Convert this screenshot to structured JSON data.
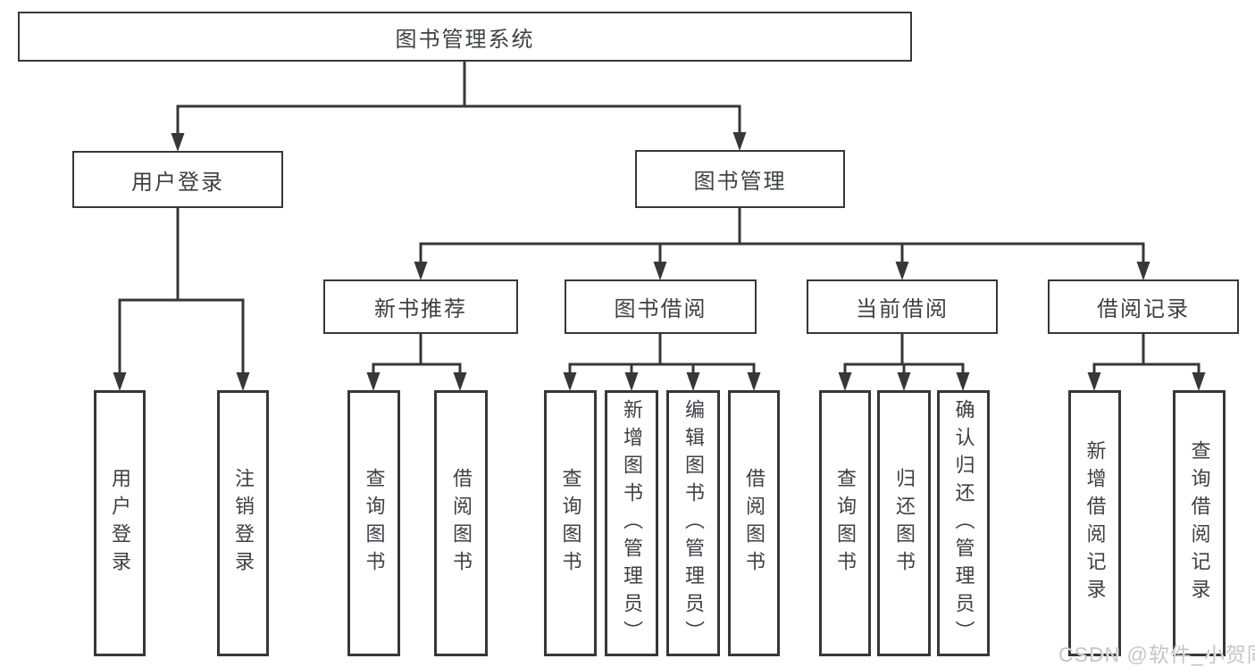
{
  "diagram_type": "tree",
  "colors": {
    "line": "#373737",
    "box_border": "#373737",
    "text": "#3f4045",
    "background": "#ffffff",
    "watermark": "#c6c6c6"
  },
  "watermark": {
    "text": "CSDN @软件_小贺同学"
  },
  "nodes": {
    "root": {
      "label": "图书管理系统"
    },
    "level2": [
      {
        "id": "user-login",
        "label": "用户登录",
        "parent": "root"
      },
      {
        "id": "book-management",
        "label": "图书管理",
        "parent": "root"
      }
    ],
    "level3": [
      {
        "id": "new-book-recommend",
        "label": "新书推荐",
        "parent": "book-management"
      },
      {
        "id": "book-borrow",
        "label": "图书借阅",
        "parent": "book-management"
      },
      {
        "id": "current-borrow",
        "label": "当前借阅",
        "parent": "book-management"
      },
      {
        "id": "borrow-record",
        "label": "借阅记录",
        "parent": "book-management"
      }
    ],
    "level4": [
      {
        "label": "用户登录",
        "parent": "user-login"
      },
      {
        "label": "注销登录",
        "parent": "user-login"
      },
      {
        "label": "查询图书",
        "parent": "new-book-recommend"
      },
      {
        "label": "借阅图书",
        "parent": "new-book-recommend"
      },
      {
        "label": "查询图书",
        "parent": "book-borrow"
      },
      {
        "label": "新增图书（管理员）",
        "parent": "book-borrow"
      },
      {
        "label": "编辑图书（管理员）",
        "parent": "book-borrow"
      },
      {
        "label": "借阅图书",
        "parent": "book-borrow"
      },
      {
        "label": "查询图书",
        "parent": "current-borrow"
      },
      {
        "label": "归还图书",
        "parent": "current-borrow"
      },
      {
        "label": "确认归还（管理员）",
        "parent": "current-borrow"
      },
      {
        "label": "新增借阅记录",
        "parent": "borrow-record"
      },
      {
        "label": "查询借阅记录",
        "parent": "borrow-record"
      }
    ]
  }
}
